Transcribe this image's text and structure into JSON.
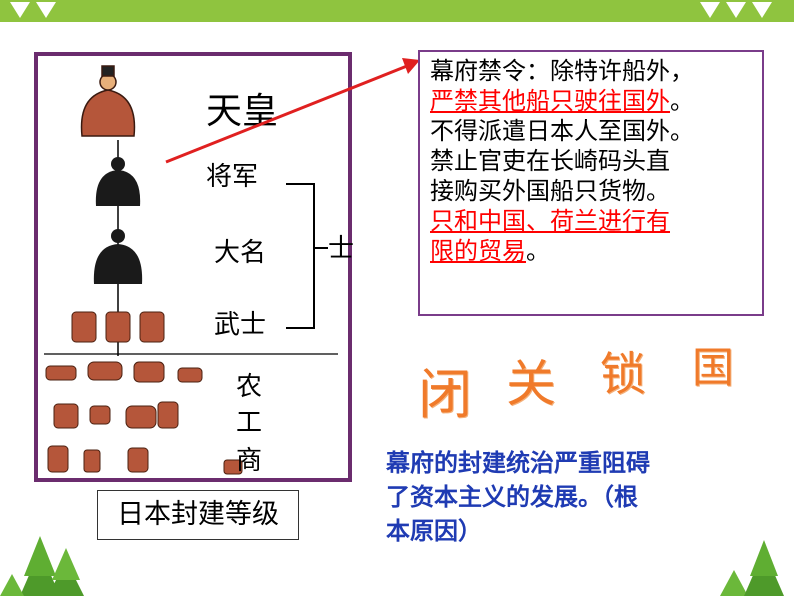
{
  "hierarchy": {
    "ranks": {
      "emperor": "天皇",
      "shogun": "将军",
      "daimyo": "大名",
      "samurai": "武士",
      "farmer": "农",
      "artisan": "工",
      "merchant": "商"
    },
    "samurai_class": "士",
    "caption": "日本封建等级"
  },
  "edict": {
    "line1": "幕府禁令：除特许船外，",
    "line2": "严禁其他船只驶往国外",
    "line2_end": "。",
    "line3": "不得派遣日本人至国外。",
    "line4": "禁止官吏在长崎码头直",
    "line5": "接购买外国船只货物。",
    "line6": "只和中国、荷兰进行有",
    "line7": "限的贸易",
    "line7_end": "。"
  },
  "policy": {
    "char1": "闭",
    "char2": "关",
    "char3": "锁",
    "char4": "国"
  },
  "conclusion": {
    "line1": "幕府的封建统治严重阻碍",
    "line2": "了资本主义的发展。（根",
    "line3": "本原因）"
  },
  "colors": {
    "accent_green": "#8fc43f",
    "frame_purple": "#6b2c6e",
    "policy_orange": "#f07a2a",
    "conclusion_blue": "#1f3bb3",
    "edict_red": "#ff0000"
  }
}
